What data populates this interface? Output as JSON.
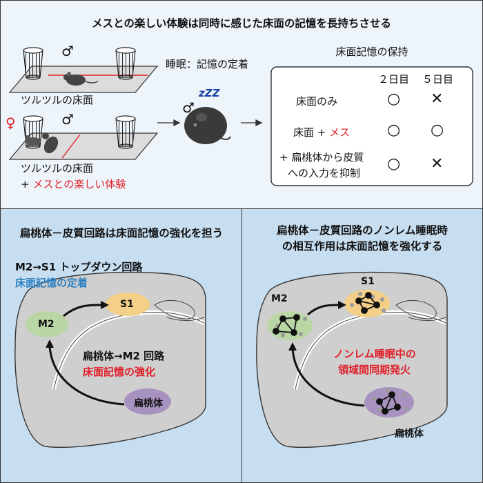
{
  "top": {
    "title": "メスとの楽しい体験は同時に感じた床面の記憶を長持ちさせる",
    "male_symbol": "♂",
    "female_symbol": "♀",
    "floor_label_1": "ツルツルの床面",
    "floor_label_2": "ツルツルの床面",
    "female_experience_plus": "+ ",
    "female_experience": "メスとの楽しい体験",
    "sleep_label": "睡眠：記憶の定着",
    "zzz": "zZZ",
    "retention_title": "床面記憶の保持",
    "col_day2": "２日目",
    "col_day5": "５日目",
    "rows": [
      {
        "label": "床面のみ",
        "label_extra": "",
        "day2": "○",
        "day5": "✕"
      },
      {
        "label": "床面 + ",
        "label_extra": "メス",
        "day2": "○",
        "day5": "○"
      },
      {
        "label": "+ 扁桃体から皮質",
        "label2": "への入力を抑制",
        "day2": "○",
        "day5": "✕"
      }
    ]
  },
  "bottom_left": {
    "title": "扁桃体－皮質回路は床面記憶の強化を担う",
    "pathway_title": "M2→S1 トップダウン回路",
    "pathway_sub": "床面記憶の定着",
    "m2": "M2",
    "s1": "S1",
    "amygdala_pathway": "扁桃体→M2 回路",
    "amygdala_sub": "床面記憶の強化",
    "amygdala": "扁桃体"
  },
  "bottom_right": {
    "title_line1": "扁桃体－皮質回路のノンレム睡眠時",
    "title_line2": "の相互作用は床面記憶を強化する",
    "m2": "M2",
    "s1": "S1",
    "sync_line1": "ノンレム睡眠中の",
    "sync_line2": "領域間同期発火",
    "amygdala": "扁桃体"
  },
  "colors": {
    "top_bg": "#edf5fb",
    "bottom_bg": "#c7def1",
    "accent_red": "#e0202a",
    "accent_blue": "#2a7fc0",
    "brain_gray": "#cfcfcf",
    "m2_green": "#b9d6a4",
    "s1_orange": "#f3cf87",
    "amygdala_purple": "#a893c0"
  }
}
